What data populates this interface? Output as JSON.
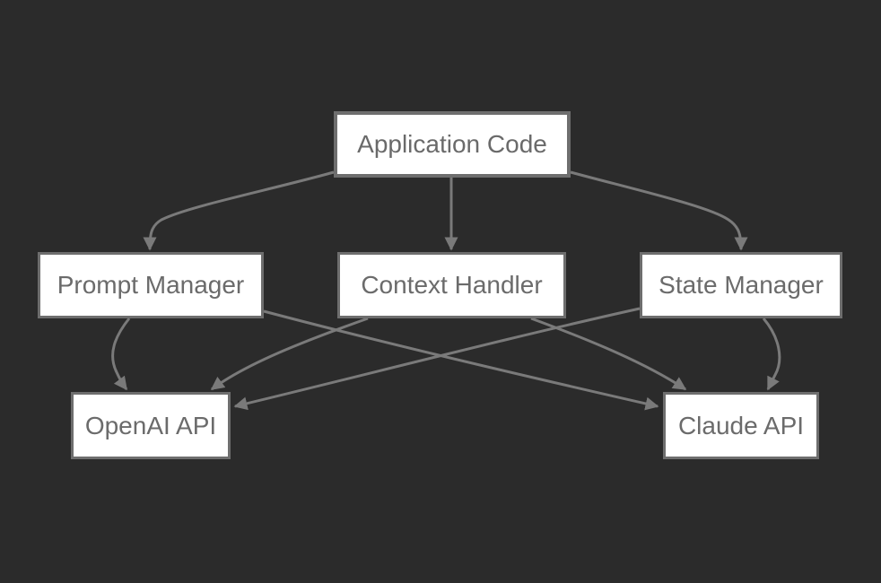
{
  "diagram": {
    "nodes": {
      "app": "Application Code",
      "prompt": "Prompt Manager",
      "context": "Context Handler",
      "state": "State Manager",
      "openai": "OpenAI API",
      "claude": "Claude API"
    },
    "edges": [
      {
        "from": "app",
        "to": "prompt"
      },
      {
        "from": "app",
        "to": "context"
      },
      {
        "from": "app",
        "to": "state"
      },
      {
        "from": "prompt",
        "to": "openai"
      },
      {
        "from": "prompt",
        "to": "claude"
      },
      {
        "from": "context",
        "to": "openai"
      },
      {
        "from": "context",
        "to": "claude"
      },
      {
        "from": "state",
        "to": "openai"
      },
      {
        "from": "state",
        "to": "claude"
      }
    ],
    "colors": {
      "background": "#2b2b2b",
      "node_fill": "#ffffff",
      "node_border": "#6e6e6e",
      "edge": "#7a7a7a",
      "text": "#6b6b6b"
    }
  }
}
